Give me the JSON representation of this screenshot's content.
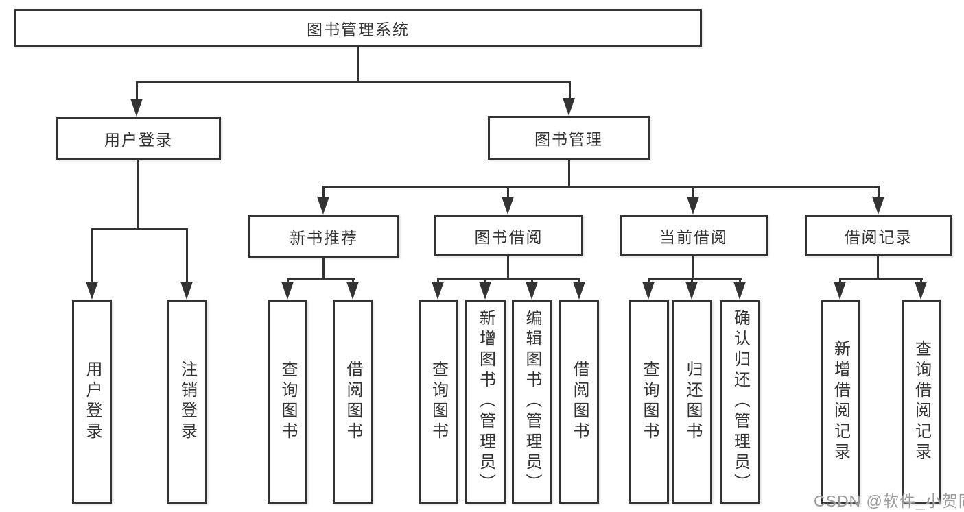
{
  "colors": {
    "line": "#333333",
    "box_border": "#333333",
    "text": "#333333",
    "watermark": "#9b9b9b",
    "background": "#ffffff"
  },
  "diagram": {
    "root": "图书管理系统",
    "branches": {
      "user_login": "用户登录",
      "book_mgmt": "图书管理"
    },
    "modules": {
      "new_book_rec": "新书推荐",
      "book_borrow": "图书借阅",
      "current_borrow": "当前借阅",
      "borrow_records": "借阅记录"
    },
    "leaves": {
      "login": "用户登录",
      "logout": "注销登录",
      "rec_query": "查询图书",
      "rec_borrow": "借阅图书",
      "bb_query": "查询图书",
      "bb_add": "新增图书（管理员）",
      "bb_edit": "编辑图书（管理员）",
      "bb_borrow": "借阅图书",
      "cb_query": "查询图书",
      "cb_return": "归还图书",
      "cb_confirm": "确认归还（管理员）",
      "br_add": "新增借阅记录",
      "br_query": "查询借阅记录"
    },
    "watermark": "CSDN @软件_小贺同学"
  }
}
